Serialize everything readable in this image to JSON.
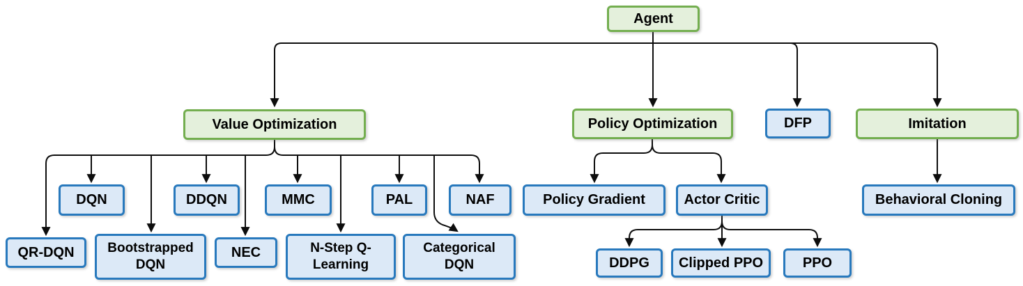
{
  "diagram": {
    "type": "hierarchy-flowchart",
    "colors": {
      "category_fill": "#e4f0dc",
      "category_border": "#73ae4f",
      "algorithm_fill": "#dce9f7",
      "algorithm_border": "#2879bd",
      "connector_line": "#0d0d0d",
      "text": "#000000"
    },
    "nodes": {
      "agent": {
        "label": "Agent"
      },
      "value_optimization": {
        "label": "Value Optimization"
      },
      "policy_optimization": {
        "label": "Policy Optimization"
      },
      "dfp": {
        "label": "DFP"
      },
      "imitation": {
        "label": "Imitation"
      },
      "dqn": {
        "label": "DQN"
      },
      "ddqn": {
        "label": "DDQN"
      },
      "mmc": {
        "label": "MMC"
      },
      "pal": {
        "label": "PAL"
      },
      "naf": {
        "label": "NAF"
      },
      "qr_dqn": {
        "label": "QR-DQN"
      },
      "bootstrapped_dqn": {
        "label": "Bootstrapped DQN"
      },
      "nec": {
        "label": "NEC"
      },
      "n_step_q_learning": {
        "label": "N-Step Q-Learning"
      },
      "categorical_dqn": {
        "label": "Categorical DQN"
      },
      "policy_gradient": {
        "label": "Policy Gradient"
      },
      "actor_critic": {
        "label": "Actor Critic"
      },
      "behavioral_cloning": {
        "label": "Behavioral Cloning"
      },
      "ddpg": {
        "label": "DDPG"
      },
      "clipped_ppo": {
        "label": "Clipped PPO"
      },
      "ppo": {
        "label": "PPO"
      }
    },
    "edges": [
      {
        "from": "agent",
        "to": "value_optimization"
      },
      {
        "from": "agent",
        "to": "policy_optimization"
      },
      {
        "from": "agent",
        "to": "dfp"
      },
      {
        "from": "agent",
        "to": "imitation"
      },
      {
        "from": "value_optimization",
        "to": "dqn"
      },
      {
        "from": "value_optimization",
        "to": "ddqn"
      },
      {
        "from": "value_optimization",
        "to": "mmc"
      },
      {
        "from": "value_optimization",
        "to": "pal"
      },
      {
        "from": "value_optimization",
        "to": "naf"
      },
      {
        "from": "value_optimization",
        "to": "qr_dqn"
      },
      {
        "from": "value_optimization",
        "to": "bootstrapped_dqn"
      },
      {
        "from": "value_optimization",
        "to": "nec"
      },
      {
        "from": "value_optimization",
        "to": "n_step_q_learning"
      },
      {
        "from": "value_optimization",
        "to": "categorical_dqn"
      },
      {
        "from": "policy_optimization",
        "to": "policy_gradient"
      },
      {
        "from": "policy_optimization",
        "to": "actor_critic"
      },
      {
        "from": "imitation",
        "to": "behavioral_cloning"
      },
      {
        "from": "actor_critic",
        "to": "ddpg"
      },
      {
        "from": "actor_critic",
        "to": "clipped_ppo"
      },
      {
        "from": "actor_critic",
        "to": "ppo"
      }
    ]
  }
}
